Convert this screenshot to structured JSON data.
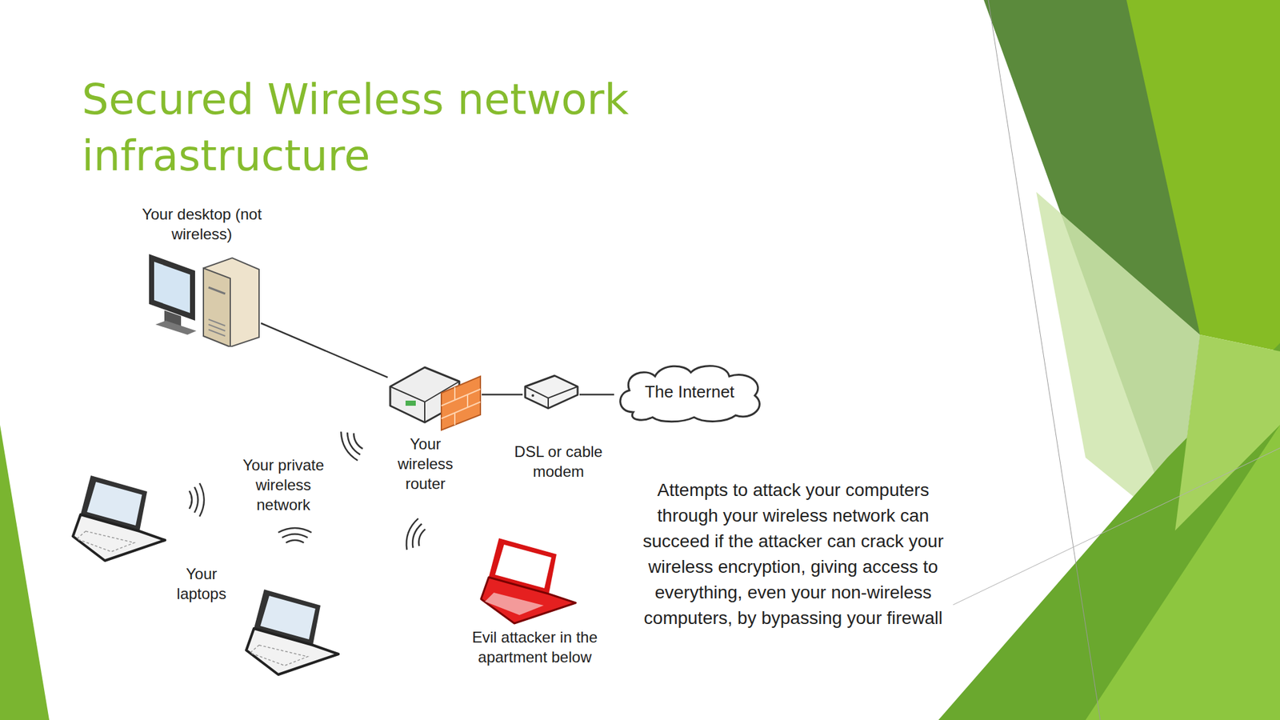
{
  "diagram": {
    "title": "Secured Wireless network infrastructure",
    "nodes": [
      {
        "text": [
          "Your desktop (not wireless)"
        ]
      },
      {
        "text": [
          "Your wireless router"
        ]
      },
      {
        "text": [
          "DSL or cable modem"
        ]
      },
      {
        "text": [
          "The Internet"
        ]
      },
      {
        "text": [
          "Evil attacker in the apartment below"
        ]
      }
    ],
    "edges": [
      {
        "from": 0,
        "to": 1,
        "arrow": "none"
      },
      {
        "from": 1,
        "to": 2,
        "arrow": "none"
      },
      {
        "from": 2,
        "to": 3,
        "arrow": "none"
      }
    ],
    "labels": [
      "Your private wireless network",
      "Your laptops",
      "Attempts to attack your computers through your wireless network can succeed if the attacker can crack your wireless encryption, giving access to everything, even your non-wireless computers, by bypassing your firewall"
    ]
  }
}
